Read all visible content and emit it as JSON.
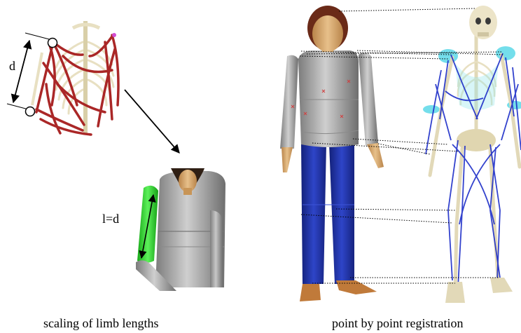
{
  "figure": {
    "labels": {
      "d": "d",
      "l_eq_d": "l=d"
    },
    "captions": {
      "left": "scaling of limb lengths",
      "right": "point by point registration"
    }
  },
  "colors": {
    "muscle_red": "#a61c1c",
    "bone": "#e8e0c2",
    "arm_segment_green": "#22d420",
    "body_gray": "#9a9a9a",
    "legs_blue": "#1f2fa0",
    "hair_brown": "#6a2a18",
    "skin": "#d7a66a",
    "shoes": "#c07a3a",
    "shoulder_cyan": "#5cd8e8",
    "muscle_blue": "#1d2ec8",
    "registration_lines": "#000000"
  },
  "icons": [
    "skeleton-torso-icon",
    "mannequin-icon",
    "full-skeleton-icon",
    "arrow-icon"
  ]
}
